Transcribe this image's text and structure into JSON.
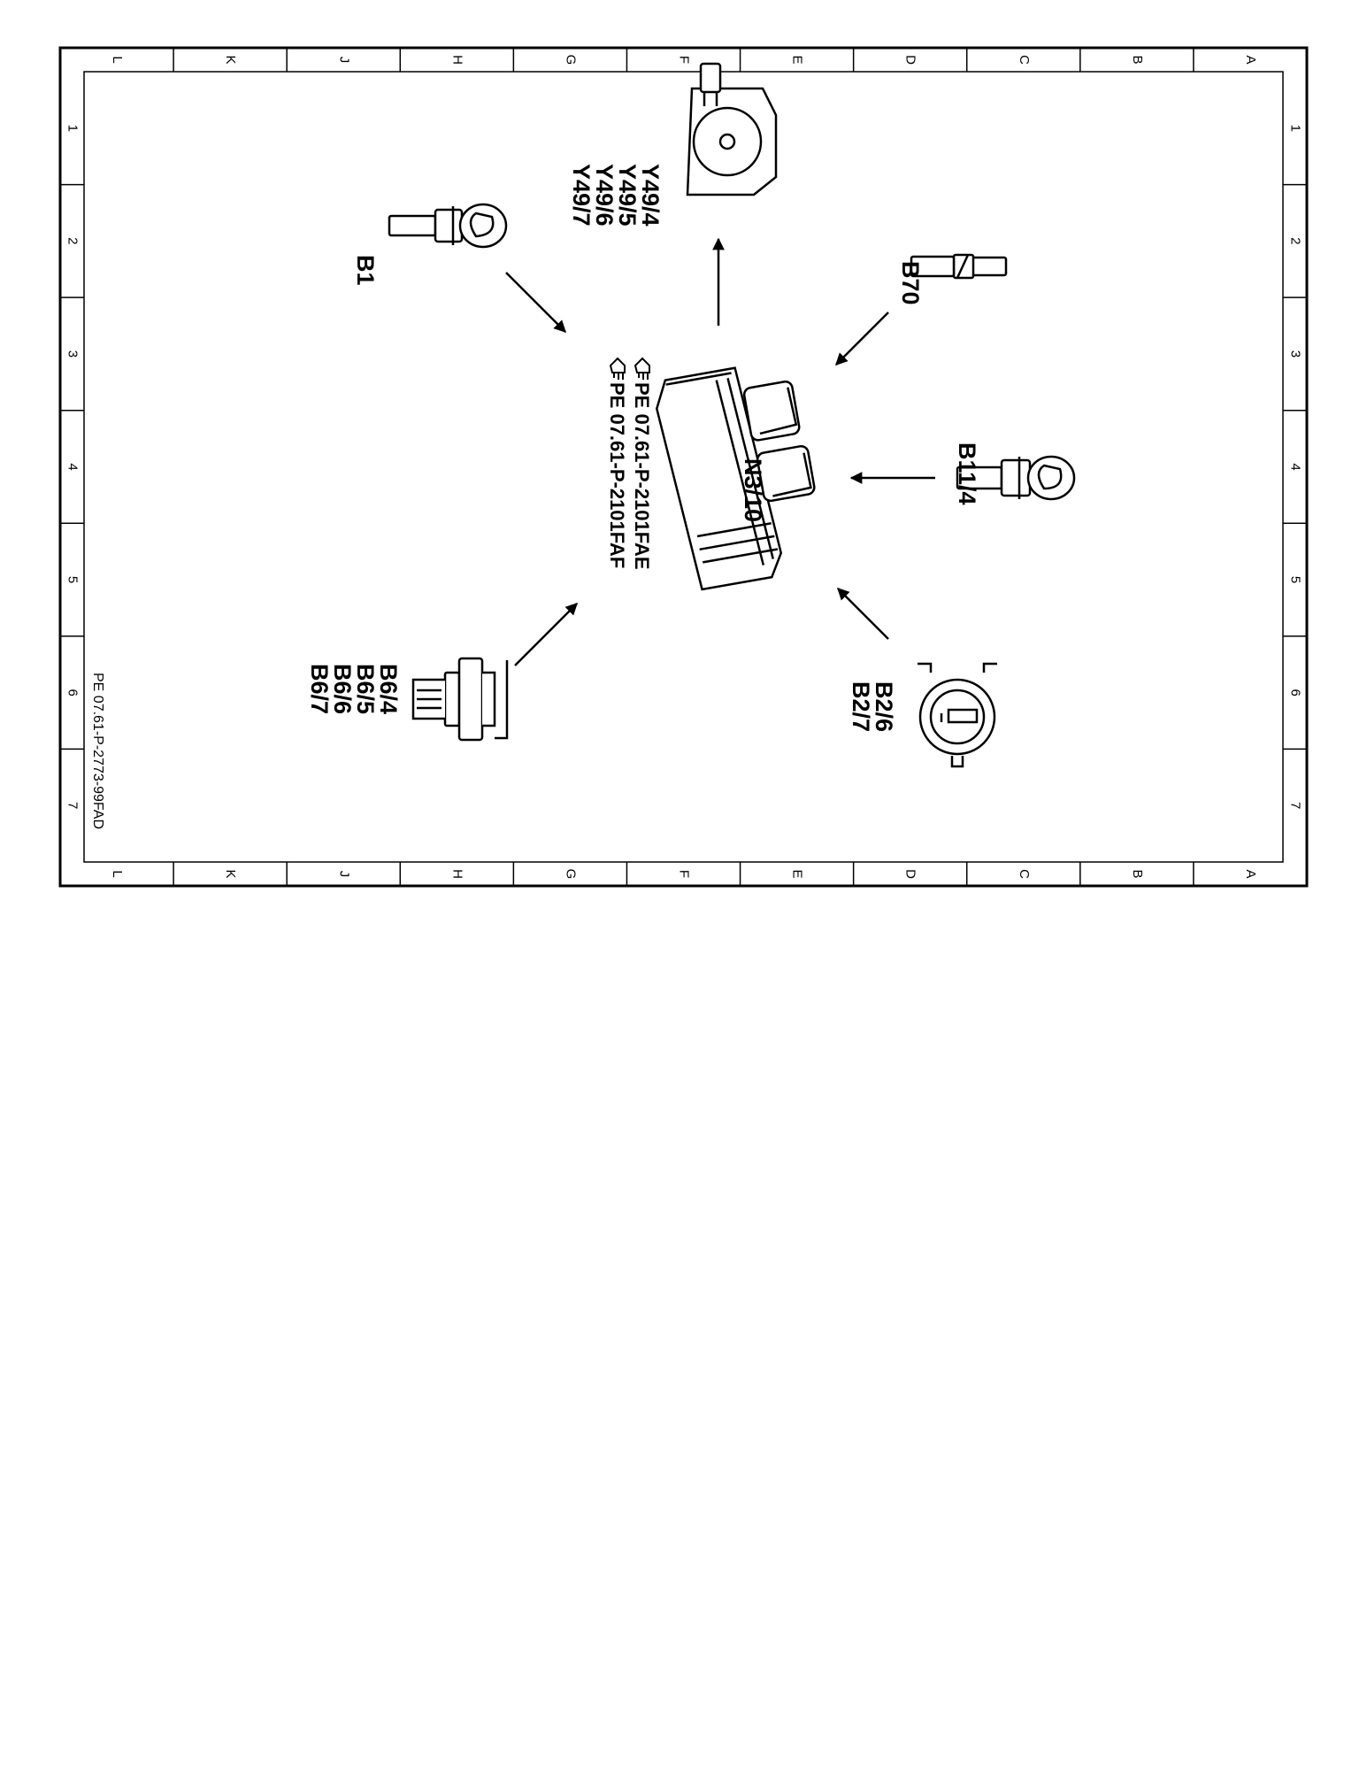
{
  "border": {
    "columns": [
      "L",
      "K",
      "J",
      "H",
      "G",
      "F",
      "E",
      "D",
      "C",
      "B",
      "A"
    ],
    "rows": [
      "1",
      "2",
      "3",
      "4",
      "5",
      "6",
      "7"
    ]
  },
  "document_id": "PE 07.61-P-2773-99FAD",
  "control_unit": {
    "code": "N3/10"
  },
  "references": [
    {
      "icon": "pointing-hand-icon",
      "text": "PE  07.61-P-2101FAE"
    },
    {
      "icon": "pointing-hand-icon",
      "text": "PE  07.61-P-2101FAF"
    }
  ],
  "components": [
    {
      "id": "y49",
      "codes": [
        "Y49/4",
        "Y49/5",
        "Y49/6",
        "Y49/7"
      ],
      "icon": "camshaft-solenoid-icon",
      "flow": "output"
    },
    {
      "id": "b1",
      "codes": [
        "B1"
      ],
      "icon": "temperature-sensor-icon",
      "flow": "input"
    },
    {
      "id": "b70",
      "codes": [
        "B70"
      ],
      "icon": "crankshaft-sensor-icon",
      "flow": "input"
    },
    {
      "id": "b11",
      "codes": [
        "B11/4"
      ],
      "icon": "coolant-sensor-icon",
      "flow": "input"
    },
    {
      "id": "b2",
      "codes": [
        "B2/6",
        "B2/7"
      ],
      "icon": "air-mass-sensor-icon",
      "flow": "input"
    },
    {
      "id": "b6",
      "codes": [
        "B6/4",
        "B6/5",
        "B6/6",
        "B6/7"
      ],
      "icon": "camshaft-hall-sensor-icon",
      "flow": "input"
    }
  ]
}
